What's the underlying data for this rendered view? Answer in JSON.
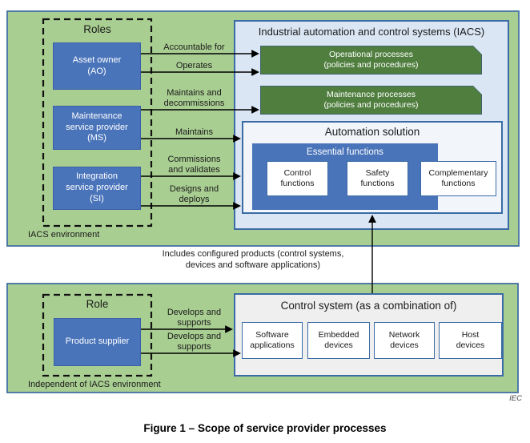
{
  "colors": {
    "env_green": "#a9ce92",
    "env_border": "#4f7ba6",
    "role_blue": "#4a74ba",
    "role_border": "#3a5fa8",
    "process_green": "#4f7e3e",
    "process_border": "#41626d",
    "iacs_bg": "#dae6f4",
    "box_border": "#3a6ba5",
    "automation_bg": "#f2f5fa",
    "control_bg": "#efefef",
    "text_dark": "#1a1a1a"
  },
  "top_env": {
    "label": "IACS environment",
    "roles_group": {
      "title": "Roles",
      "roles": [
        {
          "label": "Asset owner\n(AO)"
        },
        {
          "label": "Maintenance\nservice provider\n(MS)"
        },
        {
          "label": "Integration\nservice provider\n(SI)"
        }
      ]
    },
    "arrows": [
      {
        "label": "Accountable for"
      },
      {
        "label": "Operates"
      },
      {
        "label": "Maintains and\ndecommissions"
      },
      {
        "label": "Maintains"
      },
      {
        "label": "Commissions\nand validates"
      },
      {
        "label": "Designs and\ndeploys"
      }
    ],
    "iacs": {
      "title": "Industrial automation and control systems (IACS)",
      "processes": [
        {
          "label": "Operational processes\n(policies and procedures)"
        },
        {
          "label": "Maintenance processes\n(policies and procedures)"
        }
      ],
      "automation_solution": {
        "title": "Automation solution",
        "essential_functions": {
          "title": "Essential functions",
          "items": [
            {
              "label": "Control\nfunctions"
            },
            {
              "label": "Safety\nfunctions"
            }
          ]
        },
        "complementary": {
          "label": "Complementary\nfunctions"
        }
      }
    }
  },
  "connector_note": "Includes configured products (control systems,\ndevices and software applications)",
  "bottom_env": {
    "label": "Independent of IACS environment",
    "role_group": {
      "title": "Role",
      "role": {
        "label": "Product supplier"
      }
    },
    "arrows": [
      {
        "label": "Develops and\nsupports"
      },
      {
        "label": "Develops and\nsupports"
      }
    ],
    "control_system": {
      "title": "Control system (as a combination of)",
      "components": [
        {
          "label": "Software\napplications"
        },
        {
          "label": "Embedded\ndevices"
        },
        {
          "label": "Network\ndevices"
        },
        {
          "label": "Host\ndevices"
        }
      ]
    }
  },
  "footer": {
    "credit": "IEC",
    "caption": "Figure 1 – Scope of service provider processes"
  }
}
